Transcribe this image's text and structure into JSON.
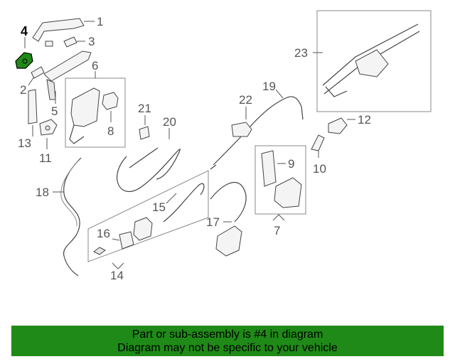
{
  "diagram": {
    "highlight_color": "#1f8a17",
    "callouts": {
      "c1": "1",
      "c2": "2",
      "c3": "3",
      "c4": "4",
      "c5": "5",
      "c6": "6",
      "c7": "7",
      "c8": "8",
      "c9": "9",
      "c10": "10",
      "c11": "11",
      "c12": "12",
      "c13": "13",
      "c14": "14",
      "c15": "15",
      "c16": "16",
      "c17": "17",
      "c18": "18",
      "c19": "19",
      "c20": "20",
      "c21": "21",
      "c22": "22",
      "c23": "23"
    }
  },
  "banner": {
    "line1": "Part or sub-assembly is #4 in diagram",
    "line2": "Diagram may not be specific to your vehicle",
    "background": "#1f8a17"
  }
}
